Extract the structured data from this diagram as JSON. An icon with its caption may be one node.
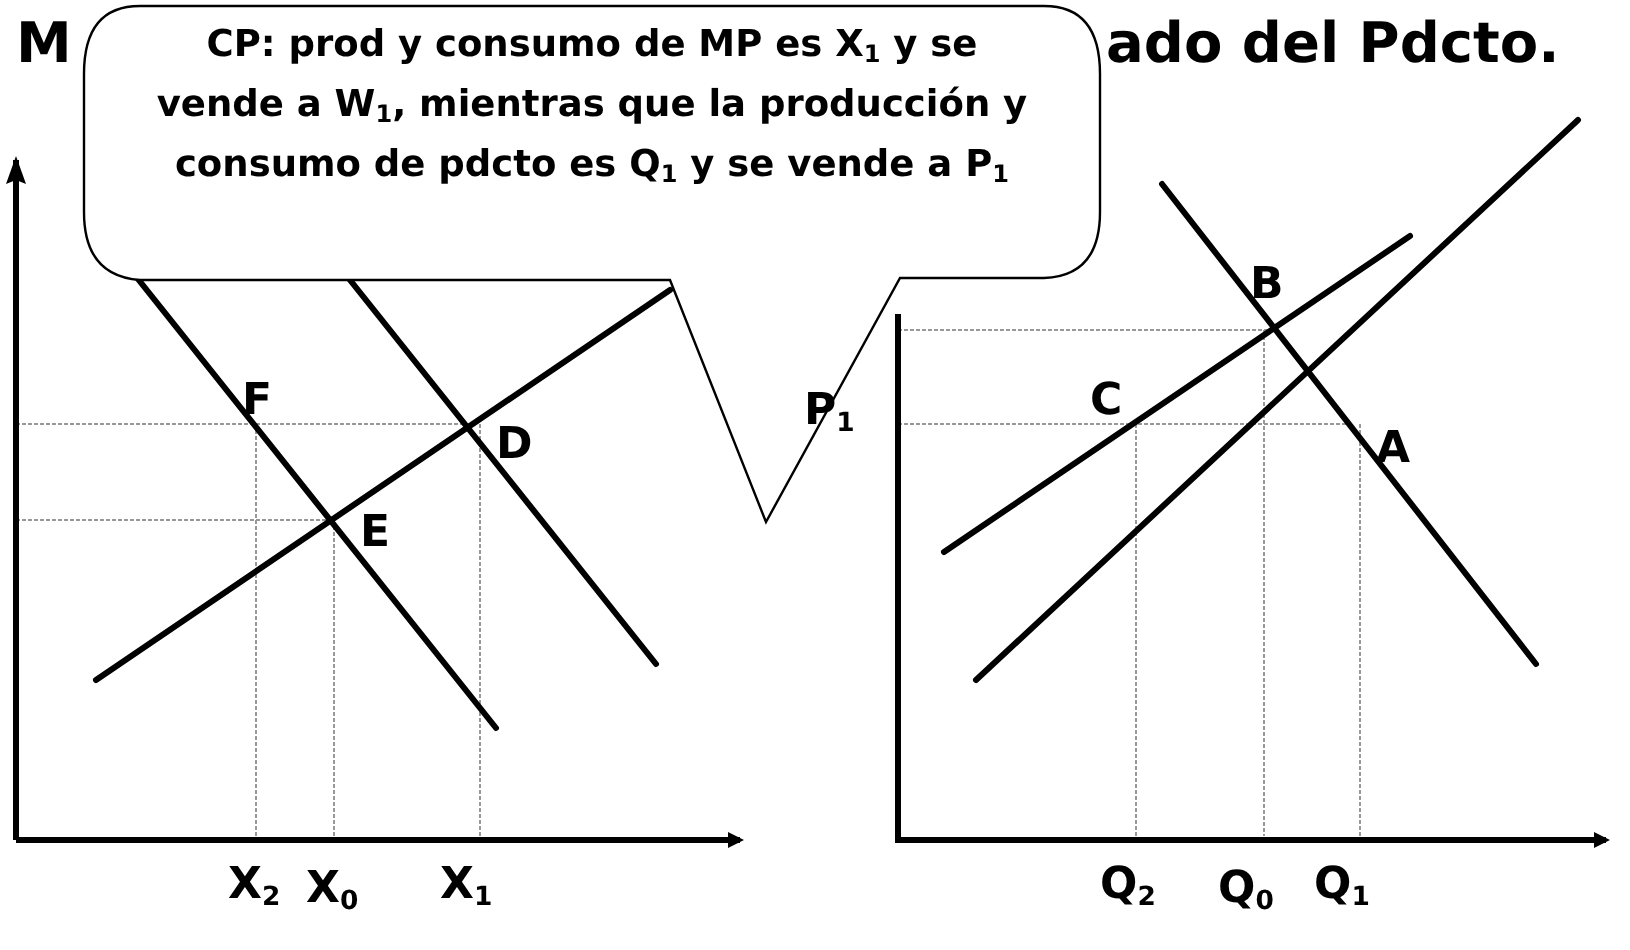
{
  "diagram": {
    "nodes": [
      {
        "text": [
          "CP: prod y consumo de MP es X$_{1}$ y se vende a W$_{1}$, mientras que la producción y consumo de pdcto es Q$_{1}$ y se vende a P$_{1}$"
        ]
      }
    ],
    "labels": [
      "M",
      "ado del Pdcto.",
      "B",
      "F",
      "P$_{1}$",
      "C",
      "D",
      "A",
      "E",
      "X$_{2}$",
      "X$_{0}$",
      "X$_{1}$",
      "Q$_{2}$",
      "Q$_{0}$",
      "Q$_{1}$"
    ]
  }
}
